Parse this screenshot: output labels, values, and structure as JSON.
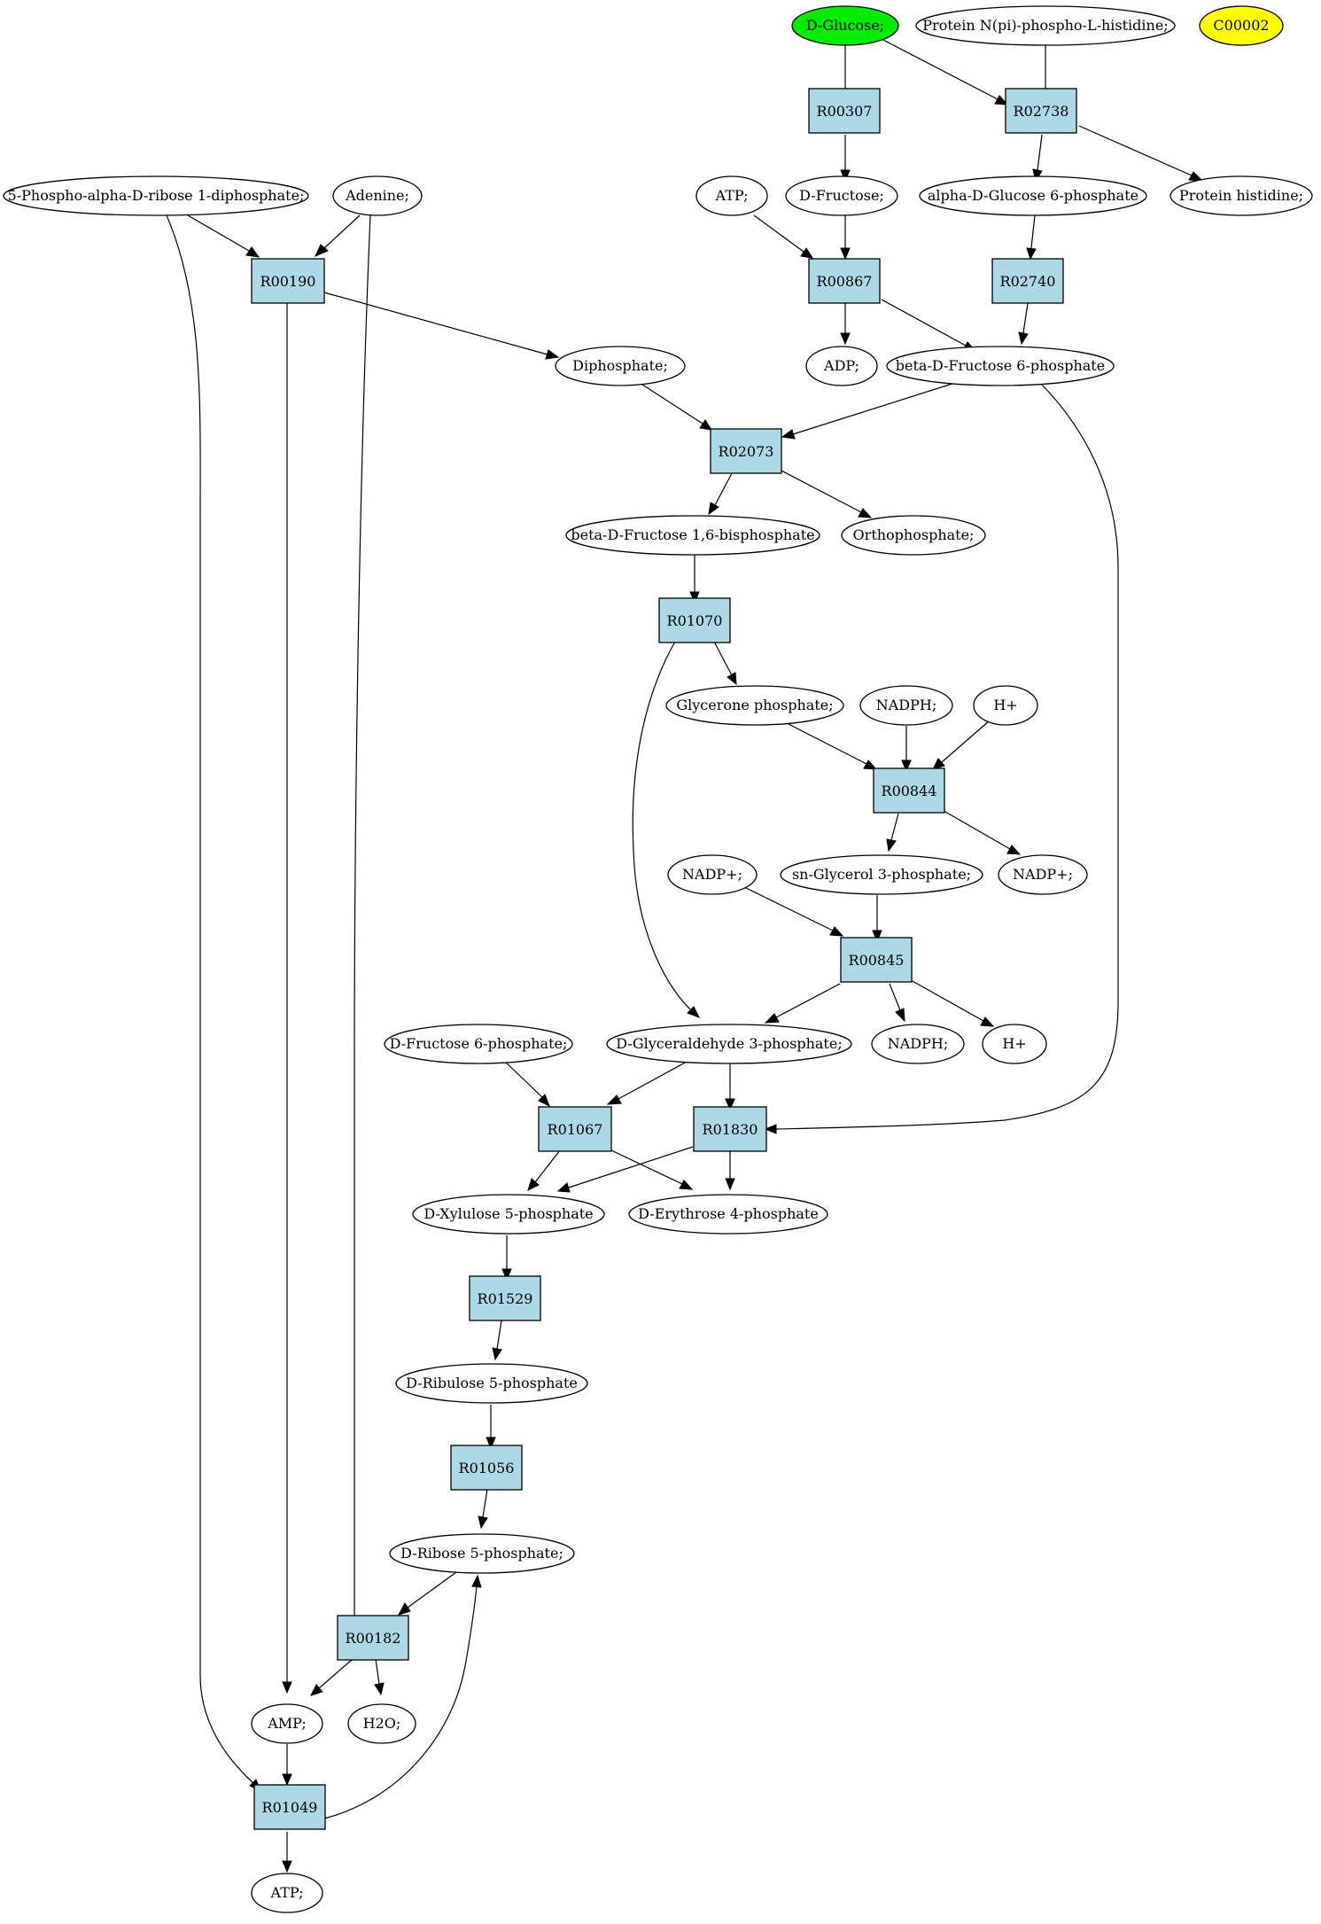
{
  "colors": {
    "reaction": "#add8e6",
    "compound": "#ffffff",
    "highlight_start": "#00ee00",
    "highlight_target": "#ffff00"
  },
  "compounds": {
    "d_glucose": "D-Glucose;",
    "protein_phospho_his": "Protein N(pi)-phospho-L-histidine;",
    "c00002": "C00002",
    "prpp": "5-Phospho-alpha-D-ribose 1-diphosphate;",
    "adenine": "Adenine;",
    "atp_top": "ATP;",
    "d_fructose": "D-Fructose;",
    "alpha_glc6p": "alpha-D-Glucose 6-phosphate",
    "protein_his": "Protein histidine;",
    "diphosphate": "Diphosphate;",
    "adp": "ADP;",
    "beta_f6p": "beta-D-Fructose 6-phosphate",
    "beta_fbp": "beta-D-Fructose 1,6-bisphosphate",
    "orthophosphate": "Orthophosphate;",
    "dhap": "Glycerone phosphate;",
    "nadph_1": "NADPH;",
    "hplus_1": "H+",
    "nadp_left": "NADP+;",
    "g3p_sn": "sn-Glycerol 3-phosphate;",
    "nadp_right": "NADP+;",
    "d_f6p": "D-Fructose 6-phosphate;",
    "gap": "D-Glyceraldehyde 3-phosphate;",
    "nadph_2": "NADPH;",
    "hplus_2": "H+",
    "xu5p": "D-Xylulose 5-phosphate",
    "e4p": "D-Erythrose 4-phosphate",
    "ru5p": "D-Ribulose 5-phosphate",
    "r5p": "D-Ribose 5-phosphate;",
    "amp": "AMP;",
    "h2o": "H2O;",
    "atp_bottom": "ATP;"
  },
  "reactions": {
    "r00307": "R00307",
    "r02738": "R02738",
    "r00190": "R00190",
    "r00867": "R00867",
    "r02740": "R02740",
    "r02073": "R02073",
    "r01070": "R01070",
    "r00844": "R00844",
    "r00845": "R00845",
    "r01067": "R01067",
    "r01830": "R01830",
    "r01529": "R01529",
    "r01056": "R01056",
    "r00182": "R00182",
    "r01049": "R01049"
  }
}
